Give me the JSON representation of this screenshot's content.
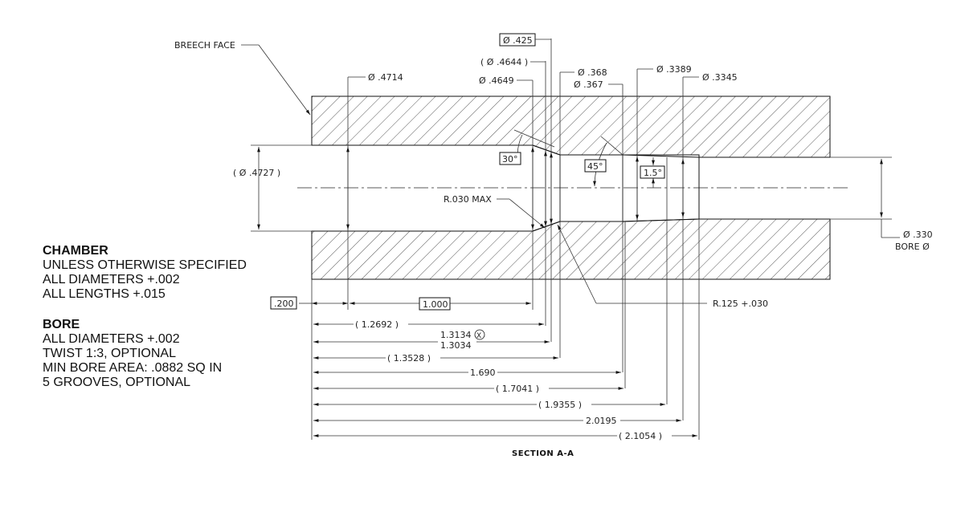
{
  "labels": {
    "breech_face": "BREECH FACE",
    "r030": "R.030 MAX",
    "r125": "R.125 +.030",
    "bore_dia": "Ø .330",
    "bore_sym": "BORE Ø",
    "section": "SECTION A-A"
  },
  "diameters": {
    "d425": "Ø .425",
    "d4644": "( Ø .4644 )",
    "d4649": "Ø .4649",
    "d4714": "Ø .4714",
    "d368": "Ø .368",
    "d367": "Ø .367",
    "d3389": "Ø .3389",
    "d3345": "Ø .3345",
    "d4727": "( Ø .4727 )"
  },
  "angles": {
    "a30": "30°",
    "a45": "45°",
    "a15": "1.5°"
  },
  "lengths": {
    "l200": ".200",
    "l1000": "1.000",
    "l12692": "( 1.2692 )",
    "l13134": "1.3134",
    "l13034": "1.3034",
    "l13528": "( 1.3528 )",
    "l1690": "1.690",
    "l17041": "( 1.7041 )",
    "l19355": "( 1.9355 )",
    "l20195": "2.0195",
    "l21054": "( 2.1054 )"
  },
  "notes": {
    "chamber_title": "CHAMBER",
    "chamber_lines": [
      "UNLESS OTHERWISE SPECIFIED",
      "ALL DIAMETERS +.002",
      "ALL LENGTHS +.015"
    ],
    "bore_title": "BORE",
    "bore_lines": [
      "ALL DIAMETERS +.002",
      "TWIST 1:3, OPTIONAL",
      "MIN BORE AREA: .0882 SQ IN",
      "5 GROOVES, OPTIONAL"
    ]
  },
  "symbols": {
    "x_mark": "X"
  }
}
